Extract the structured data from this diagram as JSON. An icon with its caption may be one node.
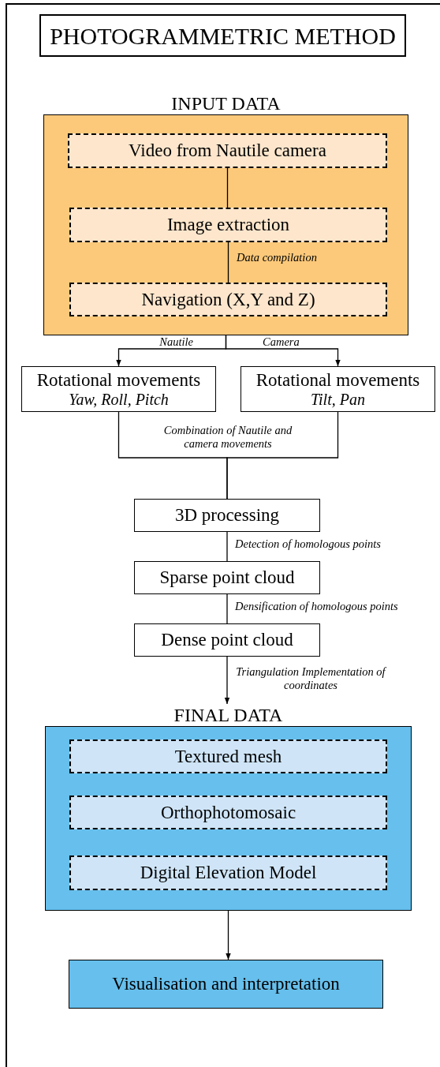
{
  "diagram": {
    "nodes": [
      {
        "text": [
          "PHOTOGRAMMETRIC METHOD"
        ]
      },
      {
        "text": [
          "INPUT DATA"
        ]
      },
      {
        "text": [
          "Video from Nautile camera"
        ],
        "in": 1
      },
      {
        "text": [
          "Image extraction"
        ],
        "in": 1
      },
      {
        "text": [
          "Navigation (X,Y and Z)"
        ],
        "in": 1
      },
      {
        "text": [
          "Rotational movements",
          "Yaw, Roll, Pitch"
        ]
      },
      {
        "text": [
          "Rotational movements",
          "Tilt, Pan"
        ]
      },
      {
        "text": [
          "3D processing"
        ]
      },
      {
        "text": [
          "Sparse point cloud"
        ]
      },
      {
        "text": [
          "Dense point cloud"
        ]
      },
      {
        "text": [
          "FINAL DATA"
        ]
      },
      {
        "text": [
          "Textured mesh"
        ],
        "in": 10
      },
      {
        "text": [
          "Orthophotomosaic"
        ],
        "in": 10
      },
      {
        "text": [
          "Digital Elevation Model"
        ],
        "in": 10
      },
      {
        "text": [
          "Visualisation and interpretation"
        ]
      }
    ],
    "edges": [
      {
        "from": 2,
        "to": 3,
        "arrow": "none"
      },
      {
        "from": 3,
        "to": 4,
        "arrow": "none",
        "label": "Data compilation"
      },
      {
        "from": 1,
        "to": 5,
        "arrow": "to",
        "label": "Nautile"
      },
      {
        "from": 1,
        "to": 6,
        "arrow": "to",
        "label": "Camera"
      },
      {
        "from": 5,
        "to": 7,
        "arrow": "none",
        "label": "Combination of Nautile and camera movements"
      },
      {
        "from": 6,
        "to": 7,
        "arrow": "none"
      },
      {
        "from": 7,
        "to": 8,
        "arrow": "none",
        "label": "Detection of homologous points"
      },
      {
        "from": 8,
        "to": 9,
        "arrow": "none",
        "label": "Densification of homologous points"
      },
      {
        "from": 9,
        "to": 10,
        "arrow": "to",
        "label": "Triangulation Implementation of coordinates"
      },
      {
        "from": 10,
        "to": 14,
        "arrow": "to"
      }
    ]
  }
}
